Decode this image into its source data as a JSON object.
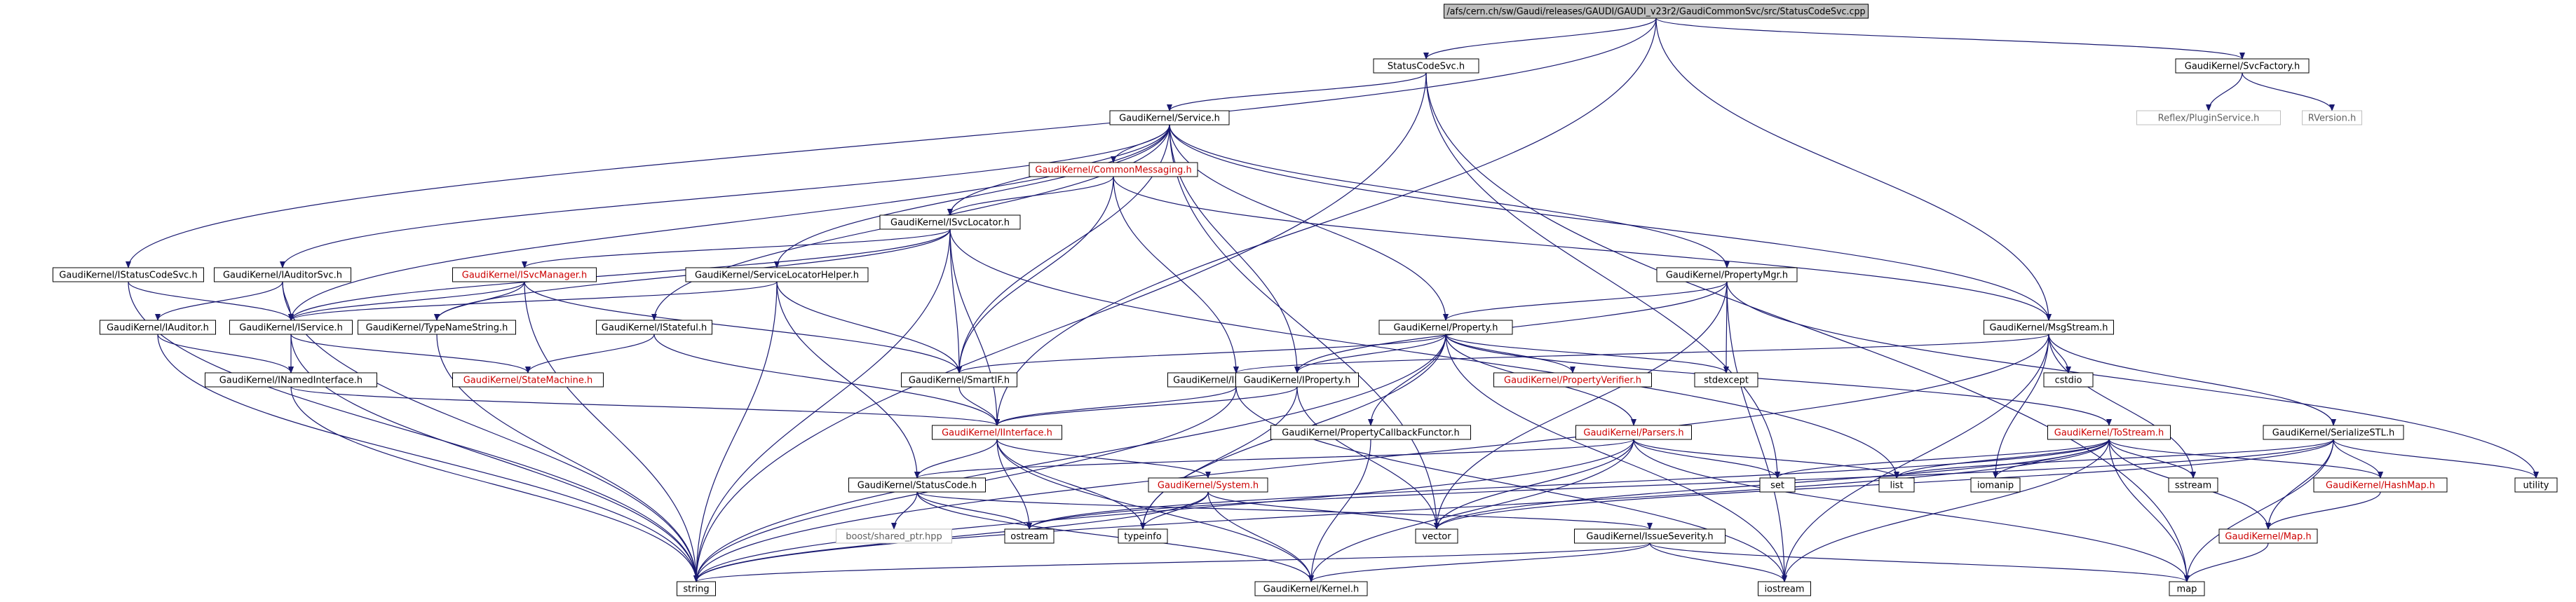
{
  "diagram": {
    "nodes": [
      {
        "id": "root",
        "label": "/afs/cern.ch/sw/Gaudi/releases/GAUDI/GAUDI_v23r2/GaudiCommonSvc/src/StatusCodeSvc.cpp",
        "style": "root"
      },
      {
        "id": "statuscodesvc",
        "label": "StatusCodeSvc.h",
        "style": "normal"
      },
      {
        "id": "svcfactory",
        "label": "GaudiKernel/SvcFactory.h",
        "style": "normal"
      },
      {
        "id": "reflex",
        "label": "Reflex/PluginService.h",
        "style": "external"
      },
      {
        "id": "rversion",
        "label": "RVersion.h",
        "style": "external"
      },
      {
        "id": "service",
        "label": "GaudiKernel/Service.h",
        "style": "normal"
      },
      {
        "id": "commonmessaging",
        "label": "GaudiKernel/CommonMessaging.h",
        "style": "truncated"
      },
      {
        "id": "isvclocator",
        "label": "GaudiKernel/ISvcLocator.h",
        "style": "normal"
      },
      {
        "id": "istatuscodesvc",
        "label": "GaudiKernel/IStatusCodeSvc.h",
        "style": "normal"
      },
      {
        "id": "iauditorsvc",
        "label": "GaudiKernel/IAuditorSvc.h",
        "style": "normal"
      },
      {
        "id": "isvcmanager",
        "label": "GaudiKernel/ISvcManager.h",
        "style": "truncated"
      },
      {
        "id": "servicelocatorhelper",
        "label": "GaudiKernel/ServiceLocatorHelper.h",
        "style": "normal"
      },
      {
        "id": "propertymgr",
        "label": "GaudiKernel/PropertyMgr.h",
        "style": "normal"
      },
      {
        "id": "iauditor",
        "label": "GaudiKernel/IAuditor.h",
        "style": "normal"
      },
      {
        "id": "iservice",
        "label": "GaudiKernel/IService.h",
        "style": "normal"
      },
      {
        "id": "typenamestring",
        "label": "GaudiKernel/TypeNameString.h",
        "style": "normal"
      },
      {
        "id": "istateful",
        "label": "GaudiKernel/IStateful.h",
        "style": "normal"
      },
      {
        "id": "property",
        "label": "GaudiKernel/Property.h",
        "style": "normal"
      },
      {
        "id": "msgstream",
        "label": "GaudiKernel/MsgStream.h",
        "style": "normal"
      },
      {
        "id": "inamedinterface",
        "label": "GaudiKernel/INamedInterface.h",
        "style": "normal"
      },
      {
        "id": "statemachine",
        "label": "GaudiKernel/StateMachine.h",
        "style": "truncated"
      },
      {
        "id": "smartif",
        "label": "GaudiKernel/SmartIF.h",
        "style": "normal"
      },
      {
        "id": "imessagesvc",
        "label": "GaudiKernel/IMessageSvc.h",
        "style": "normal"
      },
      {
        "id": "iproperty",
        "label": "GaudiKernel/IProperty.h",
        "style": "normal"
      },
      {
        "id": "propertyverifier",
        "label": "GaudiKernel/PropertyVerifier.h",
        "style": "truncated"
      },
      {
        "id": "stdexcept",
        "label": "stdexcept",
        "style": "normal"
      },
      {
        "id": "cstdio",
        "label": "cstdio",
        "style": "normal"
      },
      {
        "id": "serializestl",
        "label": "GaudiKernel/SerializeSTL.h",
        "style": "normal"
      },
      {
        "id": "iinterface",
        "label": "GaudiKernel/IInterface.h",
        "style": "truncated"
      },
      {
        "id": "propcallback",
        "label": "GaudiKernel/PropertyCallbackFunctor.h",
        "style": "normal"
      },
      {
        "id": "parsers",
        "label": "GaudiKernel/Parsers.h",
        "style": "truncated"
      },
      {
        "id": "tostream",
        "label": "GaudiKernel/ToStream.h",
        "style": "truncated"
      },
      {
        "id": "statuscode",
        "label": "GaudiKernel/StatusCode.h",
        "style": "normal"
      },
      {
        "id": "system",
        "label": "GaudiKernel/System.h",
        "style": "truncated"
      },
      {
        "id": "set",
        "label": "set",
        "style": "normal"
      },
      {
        "id": "list",
        "label": "list",
        "style": "normal"
      },
      {
        "id": "iomanip",
        "label": "iomanip",
        "style": "normal"
      },
      {
        "id": "sstream",
        "label": "sstream",
        "style": "normal"
      },
      {
        "id": "hashmap",
        "label": "GaudiKernel/HashMap.h",
        "style": "truncated"
      },
      {
        "id": "utility",
        "label": "utility",
        "style": "normal"
      },
      {
        "id": "boostshared",
        "label": "boost/shared_ptr.hpp",
        "style": "external"
      },
      {
        "id": "ostream",
        "label": "ostream",
        "style": "normal"
      },
      {
        "id": "typeinfo",
        "label": "typeinfo",
        "style": "normal"
      },
      {
        "id": "vector",
        "label": "vector",
        "style": "normal"
      },
      {
        "id": "issueseverity",
        "label": "GaudiKernel/IssueSeverity.h",
        "style": "normal"
      },
      {
        "id": "gkmap",
        "label": "GaudiKernel/Map.h",
        "style": "truncated"
      },
      {
        "id": "string",
        "label": "string",
        "style": "normal"
      },
      {
        "id": "kernel",
        "label": "GaudiKernel/Kernel.h",
        "style": "normal"
      },
      {
        "id": "iostream",
        "label": "iostream",
        "style": "normal"
      },
      {
        "id": "map",
        "label": "map",
        "style": "normal"
      }
    ],
    "edges": [
      [
        "root",
        "statuscodesvc"
      ],
      [
        "root",
        "svcfactory"
      ],
      [
        "root",
        "iinterface"
      ],
      [
        "root",
        "istatuscodesvc"
      ],
      [
        "root",
        "msgstream"
      ],
      [
        "svcfactory",
        "reflex"
      ],
      [
        "svcfactory",
        "rversion"
      ],
      [
        "statuscodesvc",
        "service"
      ],
      [
        "statuscodesvc",
        "set"
      ],
      [
        "statuscodesvc",
        "map"
      ],
      [
        "statuscodesvc",
        "string"
      ],
      [
        "service",
        "commonmessaging"
      ],
      [
        "service",
        "isvclocator"
      ],
      [
        "service",
        "iauditorsvc"
      ],
      [
        "service",
        "iservice"
      ],
      [
        "service",
        "servicelocatorhelper"
      ],
      [
        "service",
        "istateful"
      ],
      [
        "service",
        "smartif"
      ],
      [
        "service",
        "iproperty"
      ],
      [
        "service",
        "property"
      ],
      [
        "service",
        "propertymgr"
      ],
      [
        "service",
        "msgstream"
      ],
      [
        "service",
        "vector"
      ],
      [
        "commonmessaging",
        "isvclocator"
      ],
      [
        "commonmessaging",
        "imessagesvc"
      ],
      [
        "commonmessaging",
        "smartif"
      ],
      [
        "commonmessaging",
        "msgstream"
      ],
      [
        "isvclocator",
        "isvcmanager"
      ],
      [
        "isvclocator",
        "iservice"
      ],
      [
        "isvclocator",
        "smartif"
      ],
      [
        "isvclocator",
        "iinterface"
      ],
      [
        "isvclocator",
        "typenamestring"
      ],
      [
        "isvclocator",
        "list"
      ],
      [
        "isvclocator",
        "string"
      ],
      [
        "istatuscodesvc",
        "iservice"
      ],
      [
        "istatuscodesvc",
        "string"
      ],
      [
        "iauditorsvc",
        "iservice"
      ],
      [
        "iauditorsvc",
        "iauditor"
      ],
      [
        "iauditorsvc",
        "string"
      ],
      [
        "isvcmanager",
        "iservice"
      ],
      [
        "isvcmanager",
        "typenamestring"
      ],
      [
        "isvcmanager",
        "smartif"
      ],
      [
        "isvcmanager",
        "string"
      ],
      [
        "servicelocatorhelper",
        "iservice"
      ],
      [
        "servicelocatorhelper",
        "smartif"
      ],
      [
        "servicelocatorhelper",
        "statuscode"
      ],
      [
        "servicelocatorhelper",
        "string"
      ],
      [
        "propertymgr",
        "property"
      ],
      [
        "propertymgr",
        "iproperty"
      ],
      [
        "propertymgr",
        "stdexcept"
      ],
      [
        "propertymgr",
        "vector"
      ],
      [
        "propertymgr",
        "iostream"
      ],
      [
        "propertymgr",
        "utility"
      ],
      [
        "iauditor",
        "inamedinterface"
      ],
      [
        "iauditor",
        "string"
      ],
      [
        "iservice",
        "inamedinterface"
      ],
      [
        "iservice",
        "statemachine"
      ],
      [
        "iservice",
        "string"
      ],
      [
        "typenamestring",
        "string"
      ],
      [
        "istateful",
        "iinterface"
      ],
      [
        "istateful",
        "statemachine"
      ],
      [
        "property",
        "propertyverifier"
      ],
      [
        "property",
        "propcallback"
      ],
      [
        "property",
        "parsers"
      ],
      [
        "property",
        "tostream"
      ],
      [
        "property",
        "smartif"
      ],
      [
        "property",
        "stdexcept"
      ],
      [
        "property",
        "string"
      ],
      [
        "property",
        "iostream"
      ],
      [
        "property",
        "typeinfo"
      ],
      [
        "property",
        "iproperty"
      ],
      [
        "msgstream",
        "imessagesvc"
      ],
      [
        "msgstream",
        "serializestl"
      ],
      [
        "msgstream",
        "cstdio"
      ],
      [
        "msgstream",
        "iomanip"
      ],
      [
        "msgstream",
        "sstream"
      ],
      [
        "msgstream",
        "iostream"
      ],
      [
        "msgstream",
        "string"
      ],
      [
        "inamedinterface",
        "iinterface"
      ],
      [
        "inamedinterface",
        "string"
      ],
      [
        "smartif",
        "iinterface"
      ],
      [
        "imessagesvc",
        "iinterface"
      ],
      [
        "imessagesvc",
        "string"
      ],
      [
        "imessagesvc",
        "iostream"
      ],
      [
        "iproperty",
        "iinterface"
      ],
      [
        "iproperty",
        "vector"
      ],
      [
        "iproperty",
        "typeinfo"
      ],
      [
        "serializestl",
        "list"
      ],
      [
        "serializestl",
        "vector"
      ],
      [
        "serializestl",
        "hashmap"
      ],
      [
        "serializestl",
        "gkmap"
      ],
      [
        "serializestl",
        "map"
      ],
      [
        "serializestl",
        "utility"
      ],
      [
        "serializestl",
        "ostream"
      ],
      [
        "iinterface",
        "statuscode"
      ],
      [
        "iinterface",
        "system"
      ],
      [
        "iinterface",
        "kernel"
      ],
      [
        "iinterface",
        "ostream"
      ],
      [
        "iinterface",
        "typeinfo"
      ],
      [
        "propcallback",
        "kernel"
      ],
      [
        "parsers",
        "set"
      ],
      [
        "parsers",
        "list"
      ],
      [
        "parsers",
        "vector"
      ],
      [
        "parsers",
        "map"
      ],
      [
        "parsers",
        "string"
      ],
      [
        "parsers",
        "statuscode"
      ],
      [
        "parsers",
        "kernel"
      ],
      [
        "tostream",
        "set"
      ],
      [
        "tostream",
        "list"
      ],
      [
        "tostream",
        "iomanip"
      ],
      [
        "tostream",
        "sstream"
      ],
      [
        "tostream",
        "hashmap"
      ],
      [
        "tostream",
        "gkmap"
      ],
      [
        "tostream",
        "map"
      ],
      [
        "tostream",
        "vector"
      ],
      [
        "tostream",
        "ostream"
      ],
      [
        "tostream",
        "iostream"
      ],
      [
        "tostream",
        "string"
      ],
      [
        "statuscode",
        "boostshared"
      ],
      [
        "statuscode",
        "ostream"
      ],
      [
        "statuscode",
        "issueseverity"
      ],
      [
        "statuscode",
        "kernel"
      ],
      [
        "system",
        "kernel"
      ],
      [
        "system",
        "string"
      ],
      [
        "system",
        "typeinfo"
      ],
      [
        "system",
        "vector"
      ],
      [
        "hashmap",
        "gkmap"
      ],
      [
        "issueseverity",
        "map"
      ],
      [
        "issueseverity",
        "string"
      ],
      [
        "issueseverity",
        "iostream"
      ],
      [
        "issueseverity",
        "kernel"
      ],
      [
        "gkmap",
        "map"
      ]
    ]
  },
  "colors": {
    "edge": "#191970",
    "border": "#000000",
    "external_border": "#bfbfbf",
    "external_text": "#606060",
    "truncated_text": "#cc0000",
    "root_fill": "#bfbfbf",
    "text": "#000000",
    "background": "#ffffff"
  }
}
